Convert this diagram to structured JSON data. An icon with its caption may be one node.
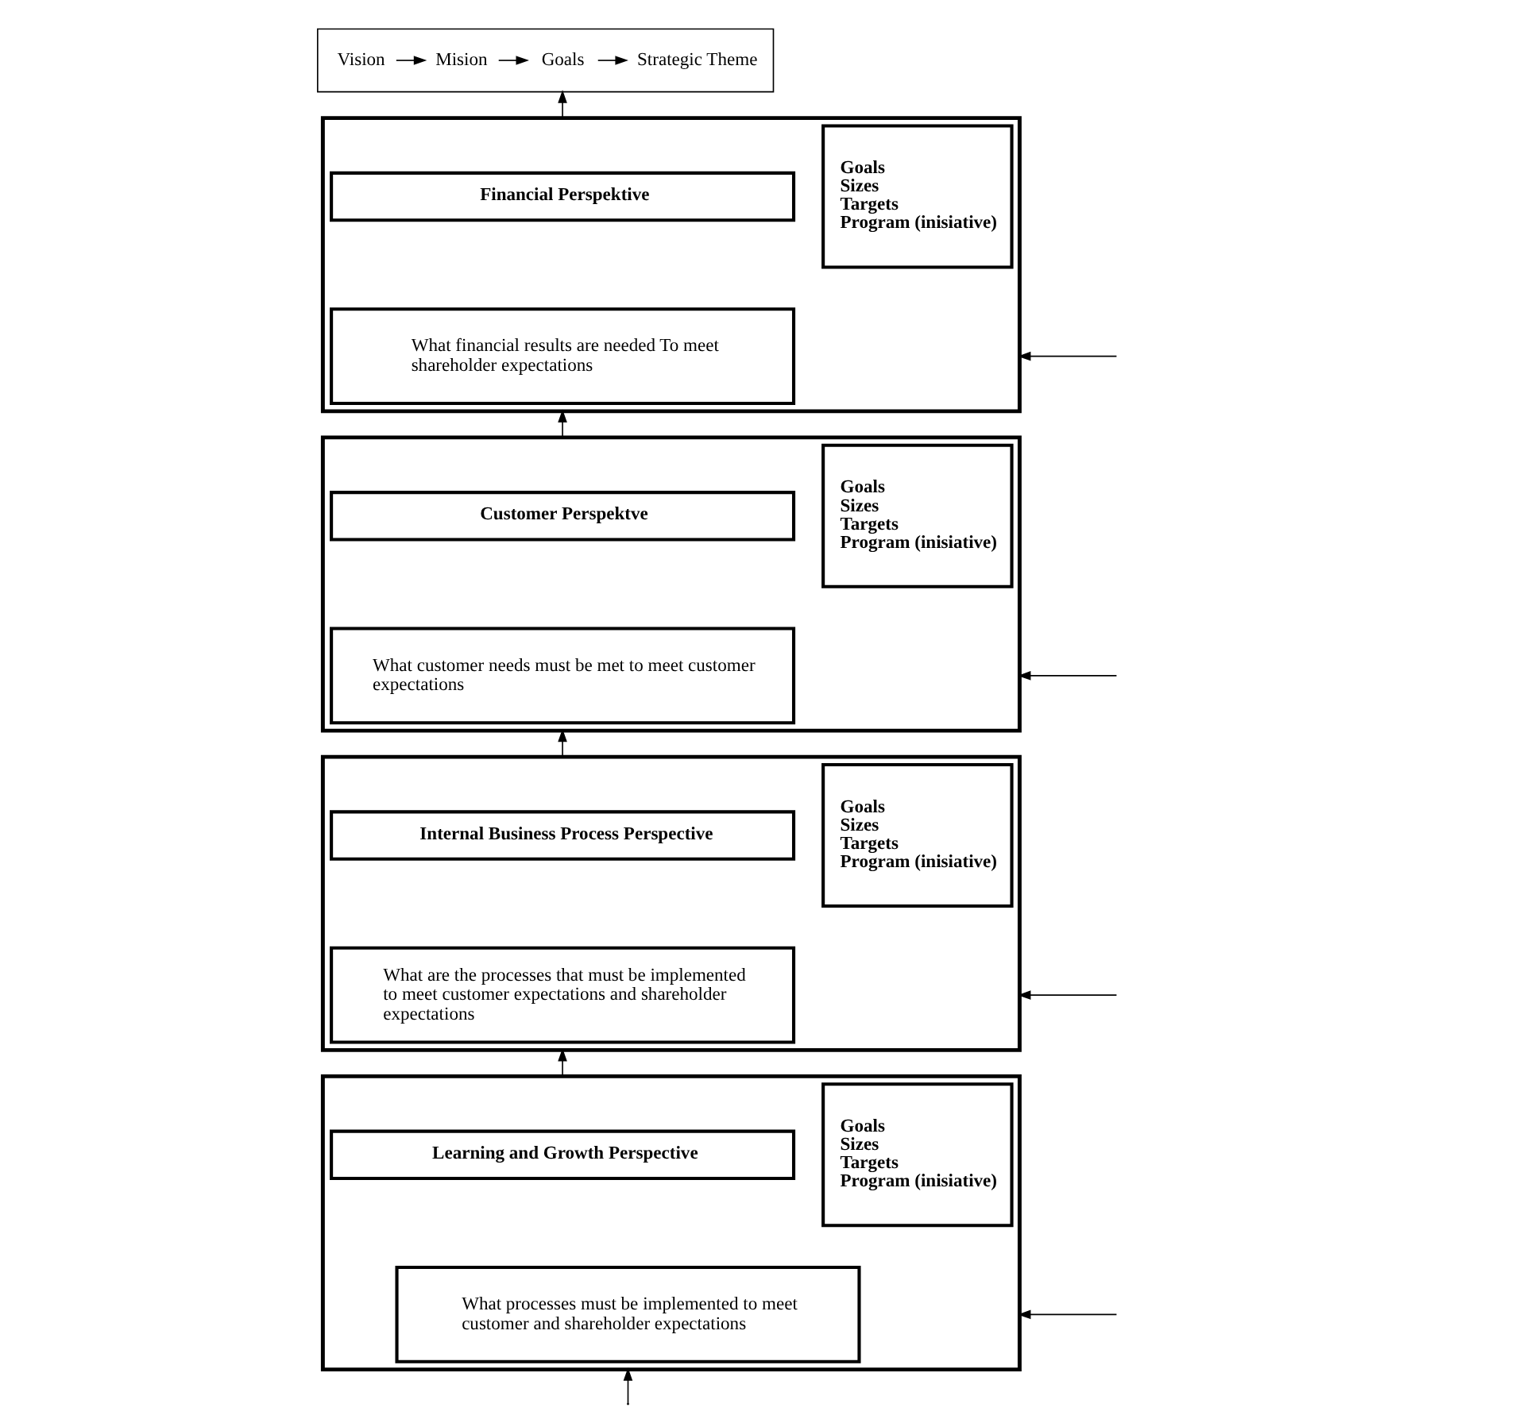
{
  "diagram": {
    "nodes": [
      {
        "text": [],
        "shape": "box"
      },
      {
        "text": [
          "Vision"
        ],
        "in": 0
      },
      {
        "text": [
          "Mision"
        ],
        "in": 0
      },
      {
        "text": [
          "Goals"
        ],
        "in": 0
      },
      {
        "text": [
          "Strategic Theme"
        ],
        "in": 0
      },
      {
        "text": [],
        "shape": "box"
      },
      {
        "text": [
          "Financial Perspektive"
        ],
        "in": 5
      },
      {
        "text": [
          "What financial results are needed To meet shareholder expectations"
        ],
        "in": 5
      },
      {
        "text": [
          "Goals",
          "Sizes",
          "Targets",
          "Program (inisiative)"
        ],
        "in": 5
      },
      {
        "text": [],
        "shape": "box"
      },
      {
        "text": [
          "Customer Perspektve"
        ],
        "in": 9
      },
      {
        "text": [
          "What customer needs must be met to meet customer expectations"
        ],
        "in": 9
      },
      {
        "text": [
          "Goals",
          "Sizes",
          "Targets",
          "Program (inisiative)"
        ],
        "in": 9
      },
      {
        "text": [],
        "shape": "box"
      },
      {
        "text": [
          "Internal Business Process Perspective"
        ],
        "in": 13
      },
      {
        "text": [
          "What are the processes that must be implemented to meet customer expectations and shareholder expectations"
        ],
        "in": 13
      },
      {
        "text": [
          "Goals",
          "Sizes",
          "Targets",
          "Program (inisiative)"
        ],
        "in": 13
      },
      {
        "text": [],
        "shape": "box"
      },
      {
        "text": [
          "Learning and Growth Perspective"
        ],
        "in": 17
      },
      {
        "text": [
          "What processes must be implemented to meet customer and shareholder expectations"
        ],
        "in": 17
      },
      {
        "text": [
          "Goals",
          "Sizes",
          "Targets",
          "Program (inisiative)"
        ],
        "in": 17
      }
    ],
    "edges": [
      {
        "from": 1,
        "to": 2,
        "arrow": "to"
      },
      {
        "from": 2,
        "to": 3,
        "arrow": "to"
      },
      {
        "from": 3,
        "to": 4,
        "arrow": "to"
      },
      {
        "from": 5,
        "to": 0,
        "arrow": "to"
      },
      {
        "from": 9,
        "to": 5,
        "arrow": "to"
      },
      {
        "from": 13,
        "to": 9,
        "arrow": "to"
      },
      {
        "from": 17,
        "to": 13,
        "arrow": "to"
      },
      {
        "from": null,
        "to": 17,
        "arrow": "to"
      },
      {
        "from": null,
        "to": 5,
        "arrow": "to"
      },
      {
        "from": null,
        "to": 9,
        "arrow": "to"
      },
      {
        "from": null,
        "to": 13,
        "arrow": "to"
      },
      {
        "from": null,
        "to": 17,
        "arrow": "to"
      }
    ]
  }
}
